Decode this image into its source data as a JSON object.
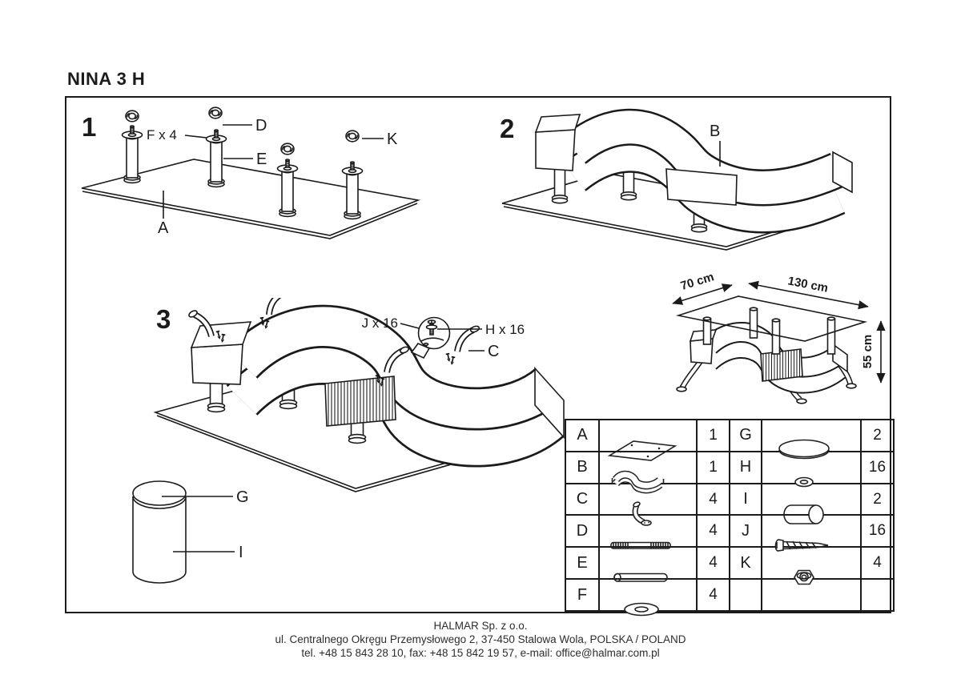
{
  "title": "NINA 3 H",
  "colors": {
    "ink": "#1b1b1b",
    "paper": "#ffffff"
  },
  "steps": {
    "step1": {
      "number": "1",
      "labels": {
        "f": "F x 4",
        "d": "D",
        "e": "E",
        "k": "K",
        "a": "A"
      }
    },
    "step2": {
      "number": "2",
      "labels": {
        "b": "B"
      }
    },
    "step3": {
      "number": "3",
      "labels": {
        "j": "J x 16",
        "h": "H x 16",
        "c": "C"
      }
    }
  },
  "dimensions": {
    "depth": "70 cm",
    "length": "130 cm",
    "height": "55 cm"
  },
  "cylinder": {
    "labels": {
      "g": "G",
      "i": "I"
    }
  },
  "parts_table": {
    "rows": [
      {
        "left": {
          "letter": "A",
          "icon": "glass-panel",
          "qty": "1"
        },
        "right": {
          "letter": "G",
          "icon": "round-disc",
          "qty": "2"
        }
      },
      {
        "left": {
          "letter": "B",
          "icon": "s-base",
          "qty": "1"
        },
        "right": {
          "letter": "H",
          "icon": "washer-small",
          "qty": "16"
        }
      },
      {
        "left": {
          "letter": "C",
          "icon": "curved-foot",
          "qty": "4"
        },
        "right": {
          "letter": "I",
          "icon": "drum",
          "qty": "2"
        }
      },
      {
        "left": {
          "letter": "D",
          "icon": "threaded-stud",
          "qty": "4"
        },
        "right": {
          "letter": "J",
          "icon": "screw",
          "qty": "16"
        }
      },
      {
        "left": {
          "letter": "E",
          "icon": "tube-leg",
          "qty": "4"
        },
        "right": {
          "letter": "K",
          "icon": "nut",
          "qty": "4"
        }
      },
      {
        "left": {
          "letter": "F",
          "icon": "washer-large",
          "qty": "4"
        },
        "right": {
          "letter": "",
          "icon": "",
          "qty": ""
        }
      }
    ]
  },
  "footer": {
    "line1": "HALMAR Sp. z o.o.",
    "line2": "ul. Centralnego Okręgu Przemysłowego 2, 37-450 Stalowa Wola, POLSKA / POLAND",
    "line3": "tel. +48 15 843 28 10, fax: +48 15 842 19 57, e-mail: office@halmar.com.pl"
  }
}
